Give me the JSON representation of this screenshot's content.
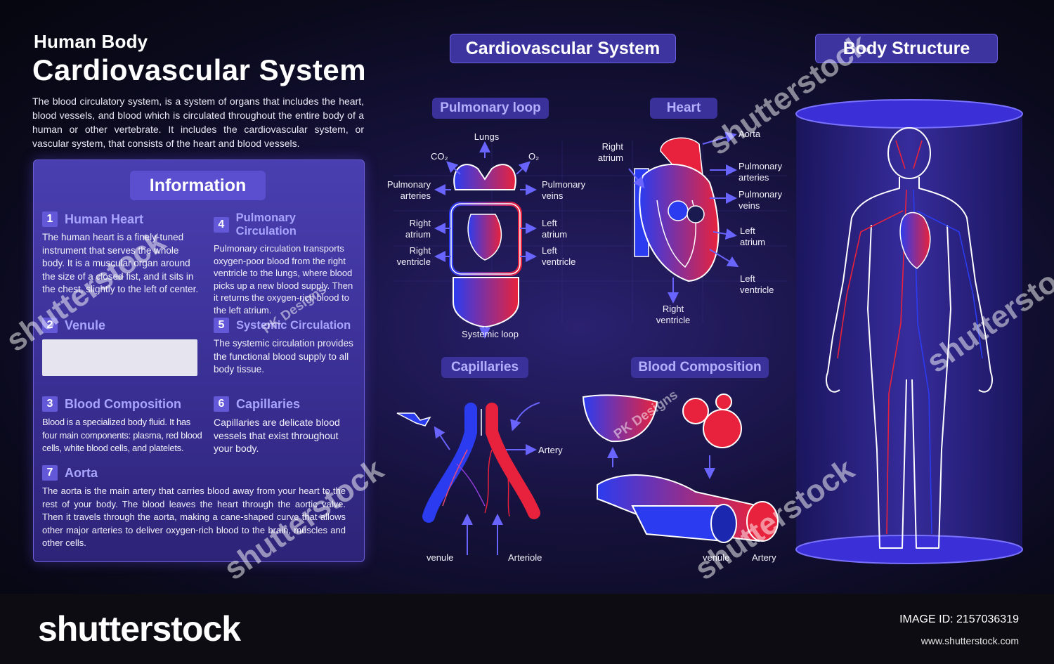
{
  "header": {
    "subtitle": "Human Body",
    "title": "Cardiovascular System",
    "intro": "The blood circulatory system, is a system of organs that includes the heart, blood vessels, and blood which is circulated throughout the entire body of a human or other vertebrate. It includes the cardiovascular system, or vascular system, that consists of the heart and blood vessels."
  },
  "info": {
    "title": "Information",
    "items": [
      {
        "num": "1",
        "title": "Human Heart",
        "text": "The human heart is a finely-tuned instrument that serves the whole body. It is a muscular organ around the size of a closed fist, and it sits in the chest, slightly to the left of center."
      },
      {
        "num": "2",
        "title": "Venule",
        "text": ""
      },
      {
        "num": "3",
        "title": "Blood Composition",
        "text": "Blood is a specialized body fluid. It has four main components: plasma, red blood cells, white blood cells, and platelets."
      },
      {
        "num": "4",
        "title": "Pulmonary Circulation",
        "text": "Pulmonary circulation transports oxygen-poor blood from the right ventricle to the lungs, where blood picks up a new blood supply. Then it returns the oxygen-rich blood to the left atrium."
      },
      {
        "num": "5",
        "title": "Systemic Circulation",
        "text": "The systemic circulation provides the functional blood supply to all body tissue."
      },
      {
        "num": "6",
        "title": "Capillaries",
        "text": "Capillaries are delicate blood vessels that exist throughout your body."
      },
      {
        "num": "7",
        "title": "Aorta",
        "text": "The aorta is the main artery that carries blood away from your heart to the rest of your body. The blood leaves the heart through the aortic valve. Then it travels through the aorta, making a cane-shaped curve that allows other major arteries to deliver oxygen-rich blood to the brain, muscles and other cells."
      }
    ]
  },
  "sections": {
    "cardio": "Cardiovascular System",
    "body": "Body Structure",
    "pulmonary": "Pulmonary loop",
    "heart": "Heart",
    "capillaries": "Capillaries",
    "blood": "Blood Composition"
  },
  "pulmonary_labels": {
    "lungs": "Lungs",
    "co2": "CO₂",
    "o2": "O₂",
    "pa": "Pulmonary\narteries",
    "pv": "Pulmonary\nveins",
    "ra": "Right\natrium",
    "la": "Left\natrium",
    "rv": "Right\nventricle",
    "lv": "Left\nventricle",
    "systemic": "Systemic loop"
  },
  "heart_labels": {
    "aorta": "Aorta",
    "ra": "Right\natrium",
    "pa": "Pulmonary\narteries",
    "pv": "Pulmonary\nveins",
    "la": "Left\natrium",
    "lv": "Left\nventricle",
    "rv": "Right\nventricle"
  },
  "capillary_labels": {
    "artery": "Artery",
    "venule": "venule",
    "arteriole": "Arteriole"
  },
  "blood_labels": {
    "venule": "venule",
    "artery": "Artery"
  },
  "watermarks": {
    "stock": "shutterstock",
    "designer": "PK Designs"
  },
  "footer": {
    "logo": "shutterstock",
    "image_id": "IMAGE ID: 2157036319",
    "site": "www.shutterstock.com"
  },
  "colors": {
    "accent": "#5b4fd0",
    "artery_red": "#e8223c",
    "vein_blue": "#2b3cf0"
  }
}
